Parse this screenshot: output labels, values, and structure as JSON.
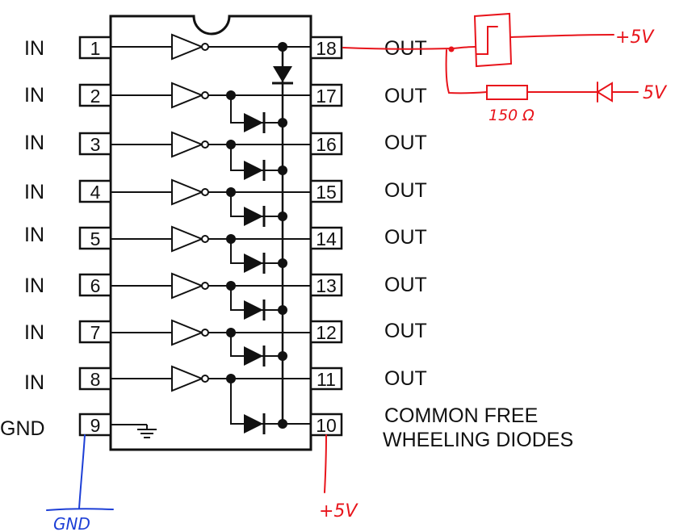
{
  "chip": {
    "inputs": [
      {
        "label": "IN",
        "pin": "1"
      },
      {
        "label": "IN",
        "pin": "2"
      },
      {
        "label": "IN",
        "pin": "3"
      },
      {
        "label": "IN",
        "pin": "4"
      },
      {
        "label": "IN",
        "pin": "5"
      },
      {
        "label": "IN",
        "pin": "6"
      },
      {
        "label": "IN",
        "pin": "7"
      },
      {
        "label": "IN",
        "pin": "8"
      }
    ],
    "outputs": [
      {
        "label": "OUT",
        "pin": "18"
      },
      {
        "label": "OUT",
        "pin": "17"
      },
      {
        "label": "OUT",
        "pin": "16"
      },
      {
        "label": "OUT",
        "pin": "15"
      },
      {
        "label": "OUT",
        "pin": "14"
      },
      {
        "label": "OUT",
        "pin": "13"
      },
      {
        "label": "OUT",
        "pin": "12"
      },
      {
        "label": "OUT",
        "pin": "11"
      }
    ],
    "gnd": {
      "label": "GND",
      "pin": "9"
    },
    "common": {
      "pin": "10",
      "line1": "COMMON FREE",
      "line2": "WHEELING DIODES"
    }
  },
  "annotations": {
    "supply_top": "+5V",
    "supply_resistor": "5V",
    "resistor_value": "150 Ω",
    "gnd_hand": "GND",
    "supply_common": "+5V",
    "red_color": "#e8141b",
    "blue_color": "#1d3fd6"
  }
}
